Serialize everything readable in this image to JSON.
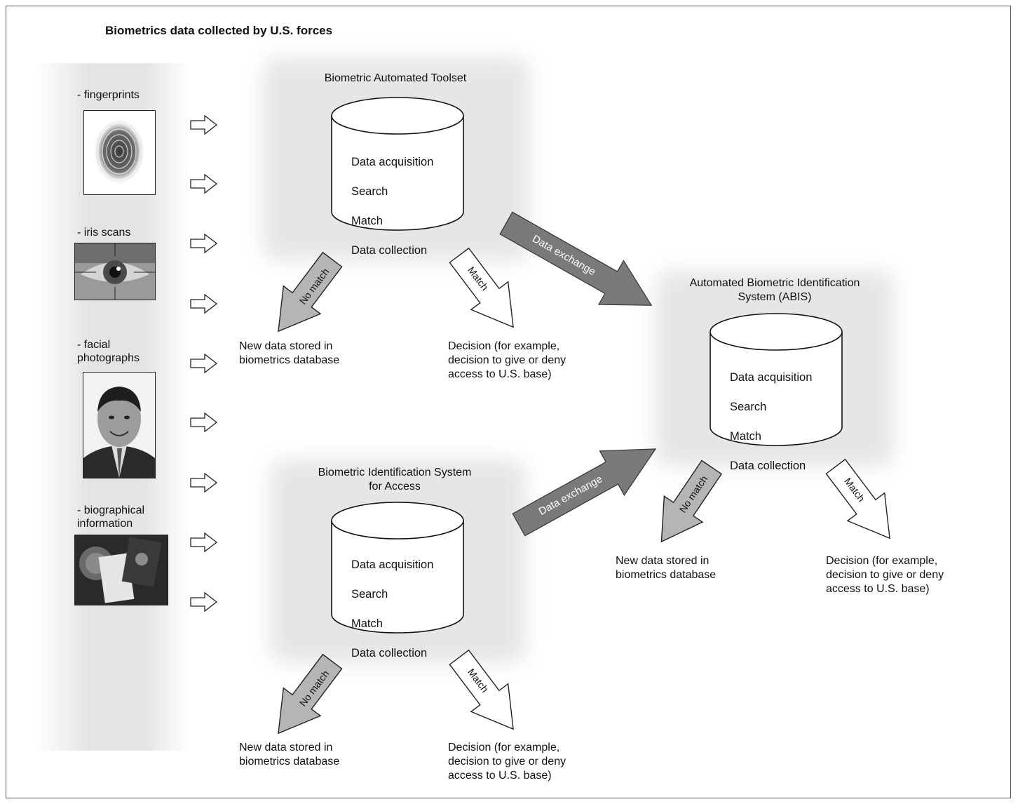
{
  "title": "Biometrics data collected by U.S. forces",
  "inputs": {
    "fingerprints": "- fingerprints",
    "iris": "- iris scans",
    "facial": "- facial\nphotographs",
    "biographical": "- biographical\ninformation"
  },
  "bat": {
    "title": "Biometric Automated Toolset",
    "functions": [
      "Data acquisition",
      "Search",
      "Match",
      "Data collection"
    ],
    "no_match_arrow": "No match",
    "match_arrow": "Match",
    "no_match_outcome": "New data stored in\nbiometrics database",
    "match_outcome": "Decision (for example,\ndecision to give or deny\naccess to U.S. base)"
  },
  "bisa": {
    "title": "Biometric Identification System\nfor Access",
    "functions": [
      "Data acquisition",
      "Search",
      "Match",
      "Data collection"
    ],
    "no_match_arrow": "No match",
    "match_arrow": "Match",
    "no_match_outcome": "New data stored in\nbiometrics database",
    "match_outcome": "Decision (for example,\ndecision to give or deny\naccess to U.S. base)"
  },
  "abis": {
    "title": "Automated Biometric Identification\nSystem (ABIS)",
    "functions": [
      "Data acquisition",
      "Search",
      "Match",
      "Data collection"
    ],
    "no_match_arrow": "No match",
    "match_arrow": "Match",
    "no_match_outcome": "New data stored in\nbiometrics database",
    "match_outcome": "Decision (for example,\ndecision to give or deny\naccess to U.S. base)"
  },
  "exchange": {
    "upper": "Data exchange",
    "lower": "Data exchange"
  },
  "colors": {
    "exchange_arrow": "#7a7a7a",
    "no_match_arrow": "#b5b5b5",
    "match_arrow": "#ffffff",
    "shadow": "#e4e4e4"
  }
}
